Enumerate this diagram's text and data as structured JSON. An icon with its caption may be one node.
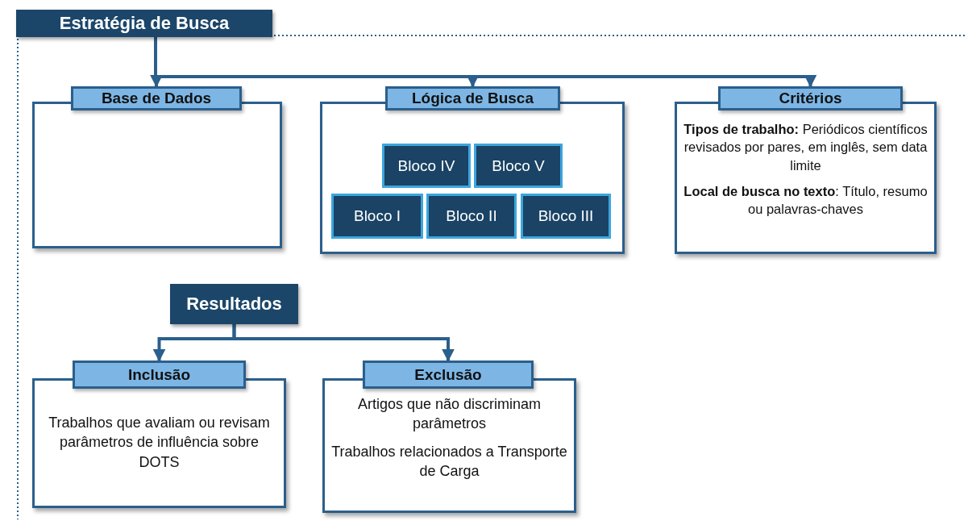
{
  "diagram": {
    "nodes": [
      {
        "text": [
          "Estratégia de Busca"
        ]
      },
      {
        "text": [
          "Base de Dados"
        ]
      },
      {
        "text": [
          "Lógica de Busca"
        ]
      },
      {
        "text": [
          "Bloco IV"
        ],
        "in": 2
      },
      {
        "text": [
          "Bloco V"
        ],
        "in": 2
      },
      {
        "text": [
          "Bloco I"
        ],
        "in": 2
      },
      {
        "text": [
          "Bloco II"
        ],
        "in": 2
      },
      {
        "text": [
          "Bloco III"
        ],
        "in": 2
      },
      {
        "text": [
          "Critérios",
          "**Tipos de trabalho:** Periódicos científicos revisados por pares, em inglês, sem data limite",
          "**Local de busca no texto**: Título, resumo ou palavras-chaves"
        ]
      },
      {
        "text": [
          "Resultados"
        ]
      },
      {
        "text": [
          "Inclusão",
          "Trabalhos que avaliam ou revisam parâmetros de influência sobre DOTS"
        ]
      },
      {
        "text": [
          "Exclusão",
          "Artigos que não discriminam parâmetros",
          "Trabalhos relacionados a Transporte de Carga"
        ]
      }
    ],
    "edges": [
      {
        "from": 0,
        "to": 1,
        "arrow": "to"
      },
      {
        "from": 0,
        "to": 2,
        "arrow": "to"
      },
      {
        "from": 0,
        "to": 8,
        "arrow": "to"
      },
      {
        "from": 9,
        "to": 10,
        "arrow": "to"
      },
      {
        "from": 9,
        "to": 11,
        "arrow": "to"
      }
    ]
  }
}
